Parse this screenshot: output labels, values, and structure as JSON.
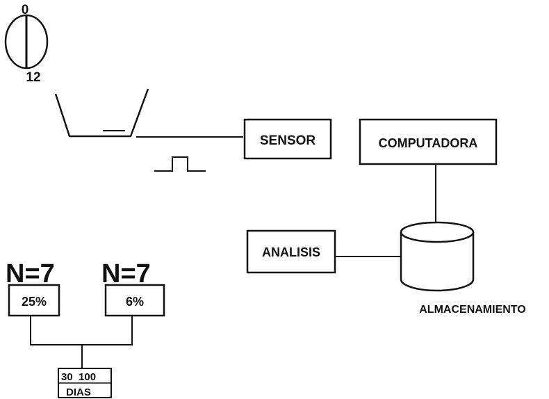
{
  "clock": {
    "top_label": "0",
    "bottom_label": "12"
  },
  "nodes": {
    "sensor": "SENSOR",
    "computer": "COMPUTADORA",
    "analysis": "ANALISIS",
    "storage": "ALMACENAMIENTO"
  },
  "groups": [
    {
      "n_label": "N=7",
      "value": "25%"
    },
    {
      "n_label": "N=7",
      "value": "6%"
    }
  ],
  "duration": {
    "days": "30  100",
    "unit": "DIAS"
  }
}
